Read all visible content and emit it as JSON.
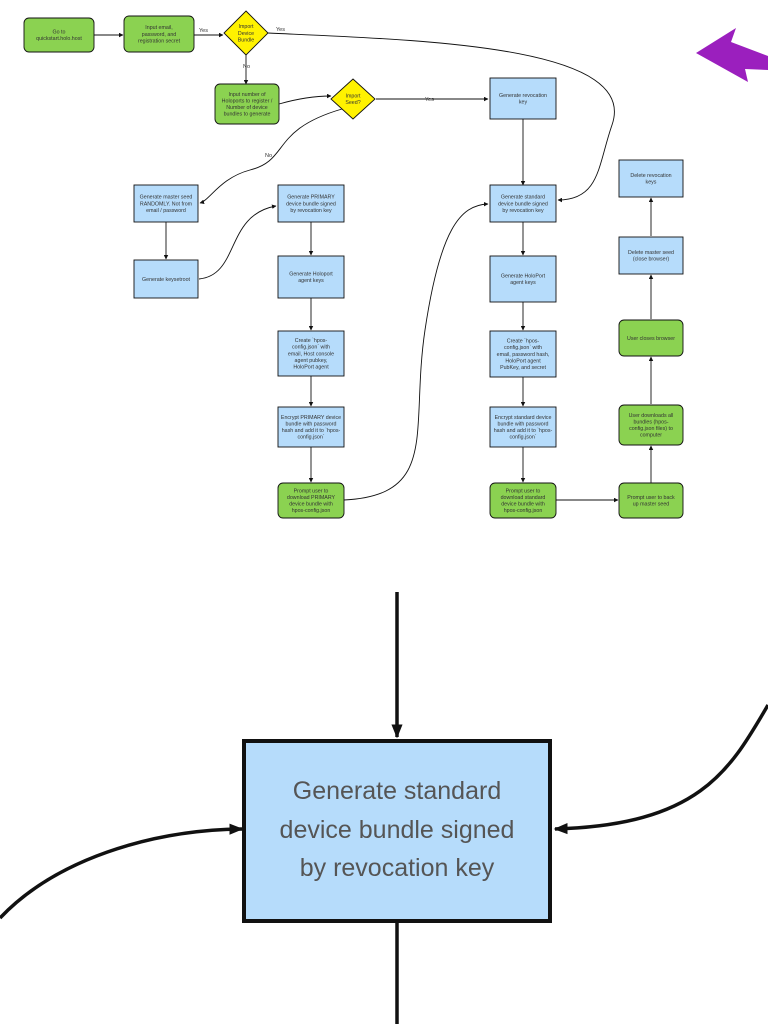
{
  "colors": {
    "terminal": "#8bd251",
    "process": "#b6dcfb",
    "decision": "#fff200",
    "arrow": "#9b1fbe",
    "line": "#111111"
  },
  "nodes": [
    {
      "id": "n1",
      "shape": "terminal",
      "lines": [
        "Go to",
        "quickstart.holo.host"
      ]
    },
    {
      "id": "n2",
      "shape": "terminal",
      "lines": [
        "Input email,",
        "password, and",
        "registration secret"
      ]
    },
    {
      "id": "n3",
      "shape": "decision",
      "lines": [
        "Import",
        "Device",
        "Bundle"
      ]
    },
    {
      "id": "n4",
      "shape": "terminal",
      "lines": [
        "Input number of",
        "Holoports to register /",
        "Number of device",
        "bundles to generate"
      ]
    },
    {
      "id": "n5",
      "shape": "decision",
      "lines": [
        "Import",
        "Seed?"
      ]
    },
    {
      "id": "n6",
      "shape": "process",
      "lines": [
        "Generate revocation",
        "key"
      ]
    },
    {
      "id": "n7",
      "shape": "process",
      "lines": [
        "Generate master seed",
        "RANDOMLY. Not from",
        "email / password"
      ]
    },
    {
      "id": "n8",
      "shape": "process",
      "lines": [
        "Generate keysetroot"
      ]
    },
    {
      "id": "n9",
      "shape": "process",
      "lines": [
        "Generate PRIMARY",
        "device bundle signed",
        "by revocation key"
      ]
    },
    {
      "id": "n10",
      "shape": "process",
      "lines": [
        "Generate Holoport",
        "agent keys"
      ]
    },
    {
      "id": "n11",
      "shape": "process",
      "lines": [
        "Create `hpos-",
        "config.json` with",
        "email, Host console",
        "agent pubkey,",
        "HoloPort agent"
      ]
    },
    {
      "id": "n12",
      "shape": "process",
      "lines": [
        "Encrypt PRIMARY device",
        "bundle with password",
        "hash and add it to `hpos-",
        "config.json`"
      ]
    },
    {
      "id": "n13",
      "shape": "terminal",
      "lines": [
        "Prompt user to",
        "download PRIMARY",
        "device bundle with",
        "hpos-config.json"
      ]
    },
    {
      "id": "n14",
      "shape": "process",
      "lines": [
        "Generate standard",
        "device bundle signed",
        "by revocation key"
      ]
    },
    {
      "id": "n15",
      "shape": "process",
      "lines": [
        "Generate HoloPort",
        "agent keys"
      ]
    },
    {
      "id": "n16",
      "shape": "process",
      "lines": [
        "Create `hpos-",
        "config.json` with",
        "email, password hash,",
        "HoloPort agent",
        "PubKey, and secret"
      ]
    },
    {
      "id": "n17",
      "shape": "process",
      "lines": [
        "Encrypt standard device",
        "bundle with password",
        "hash and add it to `hpos-",
        "config.json`"
      ]
    },
    {
      "id": "n18",
      "shape": "terminal",
      "lines": [
        "Prompt user to",
        "download standard",
        "device bundle with",
        "hpos-config.json"
      ]
    },
    {
      "id": "n19",
      "shape": "terminal",
      "lines": [
        "Prompt user to back",
        "up master seed"
      ]
    },
    {
      "id": "n20",
      "shape": "terminal",
      "lines": [
        "User downloads all",
        "bundles (hpos-",
        "config.json files) to",
        "computer"
      ]
    },
    {
      "id": "n21",
      "shape": "terminal",
      "lines": [
        "User closes browser"
      ]
    },
    {
      "id": "n22",
      "shape": "process",
      "lines": [
        "Delete master seed",
        "(close browser)"
      ]
    },
    {
      "id": "n23",
      "shape": "process",
      "lines": [
        "Delete revocation",
        "keys"
      ]
    }
  ],
  "edge_labels": {
    "n3_yes_right": "Yes",
    "n3_yes_far": "Yes",
    "n3_no": "No",
    "n5_yes": "Yes",
    "n5_no": "No"
  },
  "zoom": {
    "node": "n14",
    "lines": [
      "Generate standard",
      "device bundle signed",
      "by revocation key"
    ]
  }
}
